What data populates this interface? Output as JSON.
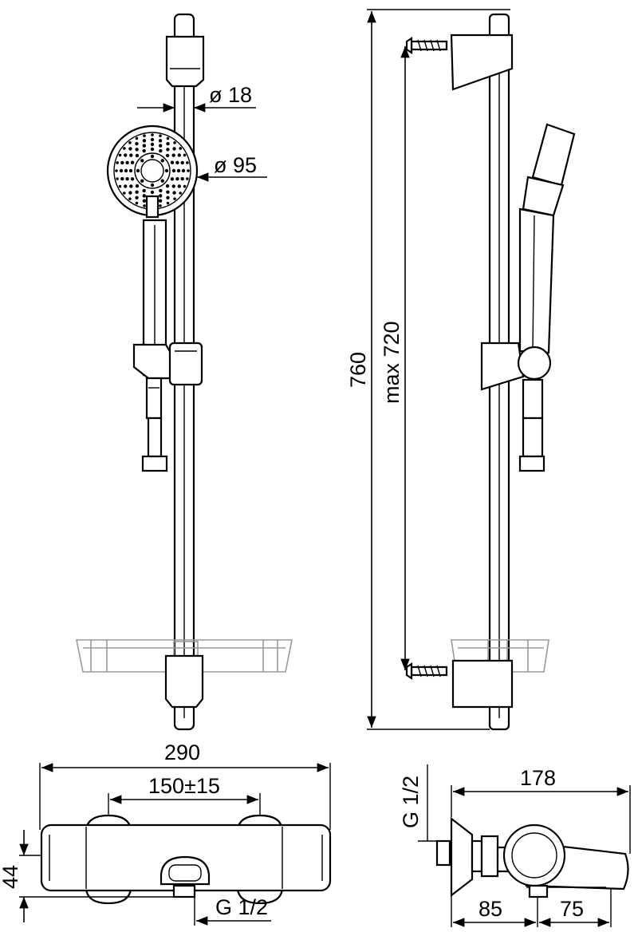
{
  "drawing": {
    "front_view": {
      "rail_diameter": "ø 18",
      "head_diameter": "ø 95"
    },
    "side_view": {
      "total_height": "760",
      "max_height": "max 720"
    },
    "mixer_front": {
      "width": "290",
      "center_distance": "150±15",
      "height": "44",
      "outlet_thread": "G 1/2"
    },
    "mixer_side": {
      "depth": "178",
      "inlet_thread": "G 1/2",
      "dim_a": "85",
      "dim_b": "75"
    }
  }
}
